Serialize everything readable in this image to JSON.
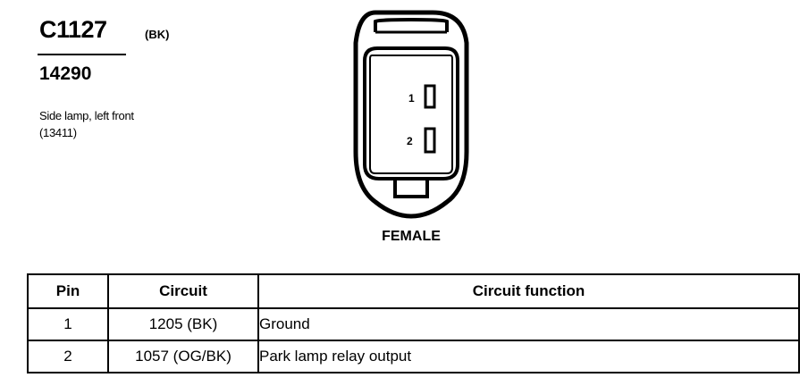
{
  "connector": {
    "id": "C1127",
    "color_code": "(BK)",
    "part_number": "14290",
    "description_lines": [
      "Side lamp, left front",
      "(13411)"
    ],
    "gender": "FEMALE",
    "pin_labels": [
      "1",
      "2"
    ]
  },
  "table": {
    "headers": [
      "Pin",
      "Circuit",
      "Circuit function"
    ],
    "rows": [
      {
        "pin": "1",
        "circuit": "1205 (BK)",
        "function": "Ground"
      },
      {
        "pin": "2",
        "circuit": "1057 (OG/BK)",
        "function": "Park lamp relay output"
      }
    ]
  }
}
